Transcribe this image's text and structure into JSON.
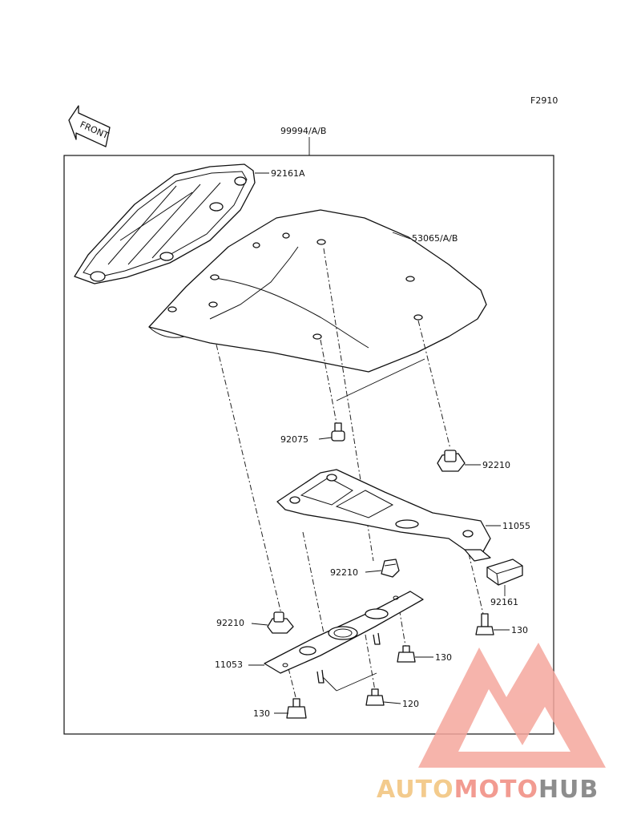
{
  "figure_code": "F2910",
  "front_label": "FRONT",
  "assembly_label": "99994/A/B",
  "parts": {
    "p92161A": "92161A",
    "p53065": "53065/A/B",
    "p92075": "92075",
    "p92210_top": "92210",
    "p11055": "11055",
    "p92210_mid": "92210",
    "p92161": "92161",
    "p130_right": "130",
    "p92210_left": "92210",
    "p130_mid": "130",
    "p11053": "11053",
    "p120": "120",
    "p130_left": "130"
  },
  "watermark": {
    "part1": "AUTO",
    "part2": "MOTO",
    "part3": "HUB",
    "color_auto": "#f2c27a",
    "color_moto": "#f08a7e",
    "color_hub": "#7a7a7a"
  }
}
